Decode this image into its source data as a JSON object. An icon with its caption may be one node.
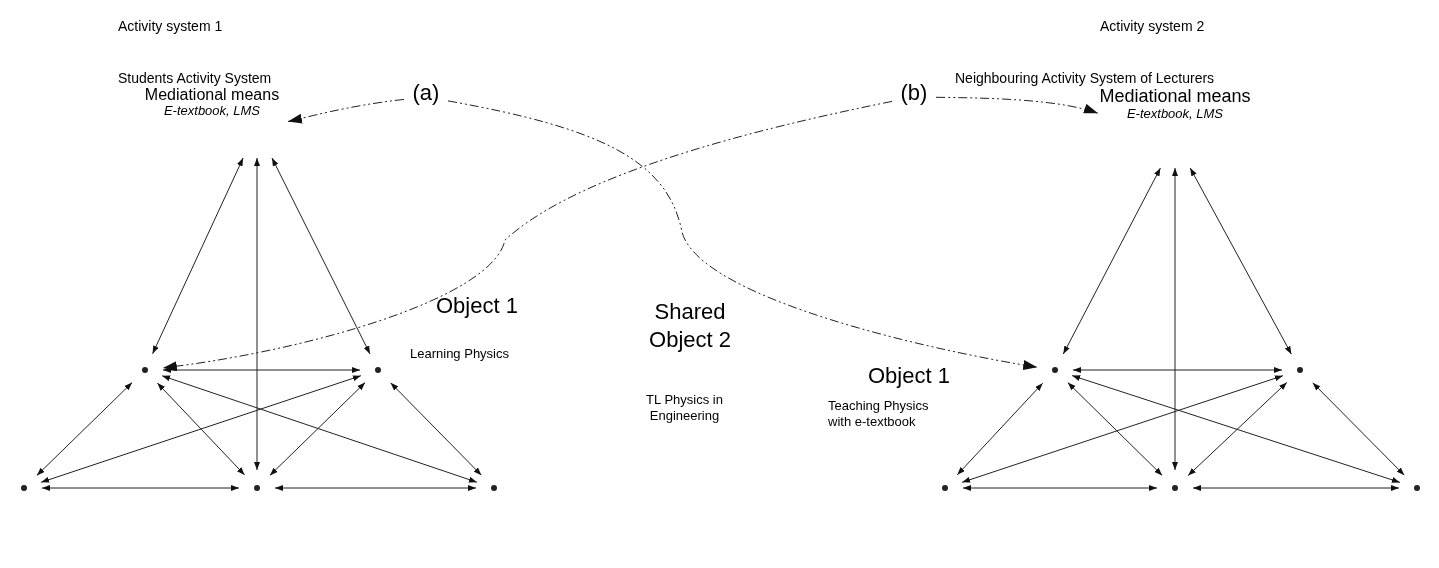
{
  "diagram": {
    "nodes": [
      {
        "text": [
          "Mediational means",
          "E-textbook, LMS"
        ]
      },
      {
        "text": [],
        "shape": "point"
      },
      {
        "text": [],
        "shape": "point",
        "beside": [
          "Object 1",
          "Learning Physics"
        ]
      },
      {
        "text": [],
        "shape": "point"
      },
      {
        "text": [],
        "shape": "point"
      },
      {
        "text": [],
        "shape": "point"
      },
      {
        "text": [
          "(a)"
        ]
      },
      {
        "text": [
          "(b)"
        ]
      },
      {
        "text": [
          "Mediational means",
          "E-textbook, LMS"
        ]
      },
      {
        "text": [],
        "shape": "point",
        "beside": [
          "Object 1",
          "Teaching Physics with e-textbook"
        ]
      },
      {
        "text": [],
        "shape": "point"
      },
      {
        "text": [],
        "shape": "point"
      },
      {
        "text": [],
        "shape": "point"
      },
      {
        "text": [],
        "shape": "point"
      }
    ],
    "edges": [
      {
        "from": 0,
        "to": 1,
        "arrow": "both"
      },
      {
        "from": 0,
        "to": 2,
        "arrow": "both"
      },
      {
        "from": 0,
        "to": 4,
        "arrow": "both"
      },
      {
        "from": 1,
        "to": 2,
        "arrow": "both"
      },
      {
        "from": 1,
        "to": 3,
        "arrow": "both"
      },
      {
        "from": 1,
        "to": 4,
        "arrow": "both"
      },
      {
        "from": 1,
        "to": 5,
        "arrow": "both"
      },
      {
        "from": 2,
        "to": 3,
        "arrow": "both"
      },
      {
        "from": 2,
        "to": 4,
        "arrow": "both"
      },
      {
        "from": 2,
        "to": 5,
        "arrow": "both"
      },
      {
        "from": 3,
        "to": 4,
        "arrow": "both"
      },
      {
        "from": 4,
        "to": 5,
        "arrow": "both"
      },
      {
        "from": 6,
        "to": 0,
        "arrow": "to",
        "style": "dashed"
      },
      {
        "from": 6,
        "to": 9,
        "arrow": "to",
        "style": "dashed"
      },
      {
        "from": 7,
        "to": 1,
        "arrow": "to",
        "style": "dashed"
      },
      {
        "from": 7,
        "to": 8,
        "arrow": "to",
        "style": "dashed"
      },
      {
        "from": 8,
        "to": 9,
        "arrow": "both"
      },
      {
        "from": 8,
        "to": 10,
        "arrow": "both"
      },
      {
        "from": 8,
        "to": 12,
        "arrow": "both"
      },
      {
        "from": 9,
        "to": 10,
        "arrow": "both"
      },
      {
        "from": 9,
        "to": 11,
        "arrow": "both"
      },
      {
        "from": 9,
        "to": 12,
        "arrow": "both"
      },
      {
        "from": 9,
        "to": 13,
        "arrow": "both"
      },
      {
        "from": 10,
        "to": 11,
        "arrow": "both"
      },
      {
        "from": 10,
        "to": 12,
        "arrow": "both"
      },
      {
        "from": 10,
        "to": 13,
        "arrow": "both"
      },
      {
        "from": 11,
        "to": 12,
        "arrow": "both"
      },
      {
        "from": 12,
        "to": 13,
        "arrow": "both"
      }
    ],
    "labels": [
      "Activity system 1",
      "Activity system 2",
      "Students Activity System",
      "Neighbouring Activity System of Lecturers",
      "Shared Object 2",
      "TL Physics in Engineering"
    ]
  }
}
